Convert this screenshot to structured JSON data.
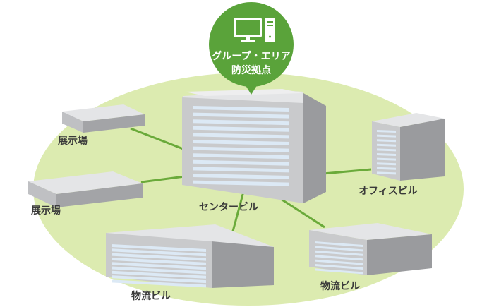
{
  "hub": {
    "label_line1": "グループ・エリア",
    "label_line2": "防災拠点",
    "icon": "computer-icon"
  },
  "buildings": {
    "center": "センタービル",
    "office": "オフィスビル",
    "exhibition_1": "展示場",
    "exhibition_2": "展示場",
    "logistics_1": "物流ビル",
    "logistics_2": "物流ビル"
  },
  "colors": {
    "area": "#dcebb0",
    "link": "#6aaa3a",
    "badge": "#5aa33a",
    "building_front": "#c9cacc",
    "building_side": "#9a9b9e",
    "building_top": "#e4e5e7",
    "window": "#dce9f5"
  }
}
